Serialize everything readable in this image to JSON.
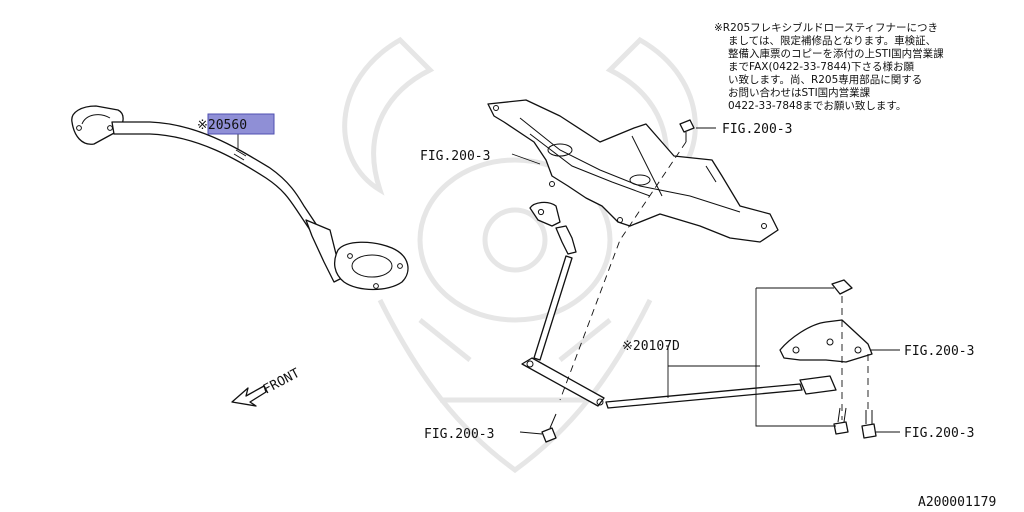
{
  "note_lines": [
    "※R205フレキシブルドロースティフナーにつき",
    "ましては、限定補修品となります。車検証、",
    "整備入庫票のコピーを添付の上STI国内営業課",
    "までFAX(0422-33-7844)下さる様お願",
    "い致します。尚、R205専用部品に関する",
    "お問い合わせはSTI国内営業課",
    "0422-33-7848までお願い致します。"
  ],
  "callouts": {
    "part_20560": "※20560",
    "part_20107d": "※20107D",
    "fig_crossmember_left": "FIG.200-3",
    "fig_crossmember_top": "FIG.200-3",
    "fig_bracket": "FIG.200-3",
    "fig_bolts": "FIG.200-3",
    "fig_lower_bolt": "FIG.200-3"
  },
  "front_label": "FRONT",
  "figure_id": "A200001179",
  "colors": {
    "highlight": "#8f8fd6",
    "ink": "#111111",
    "watermark": "#e6e6e6"
  }
}
